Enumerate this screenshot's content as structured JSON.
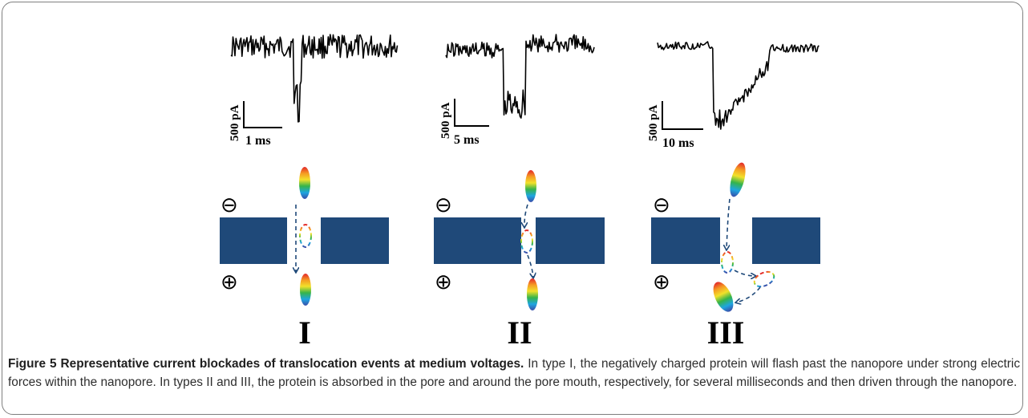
{
  "figure": {
    "number": "Figure 5",
    "title": "Representative current blockades of translocation events at medium voltages.",
    "body": "In type I, the negatively charged protein will flash past the nanopore under strong electric forces within the nanopore. In types II and III, the protein is absorbed in the pore and around the pore mouth, respectively, for several milliseconds and then driven through the nanopore."
  },
  "panels": [
    {
      "type_label": "I",
      "scale_current": "500 pA",
      "scale_time": "1 ms"
    },
    {
      "type_label": "II",
      "scale_current": "500 pA",
      "scale_time": "5 ms"
    },
    {
      "type_label": "III",
      "scale_current": "500 pA",
      "scale_time": "10 ms"
    }
  ],
  "symbols": {
    "negative": "⊖",
    "positive": "⊕"
  },
  "colors": {
    "membrane": "#1f4979",
    "arrow": "#1f4979",
    "trace": "#000000",
    "positive_cross": "#e03030",
    "negative_bar": "#1f4979"
  }
}
